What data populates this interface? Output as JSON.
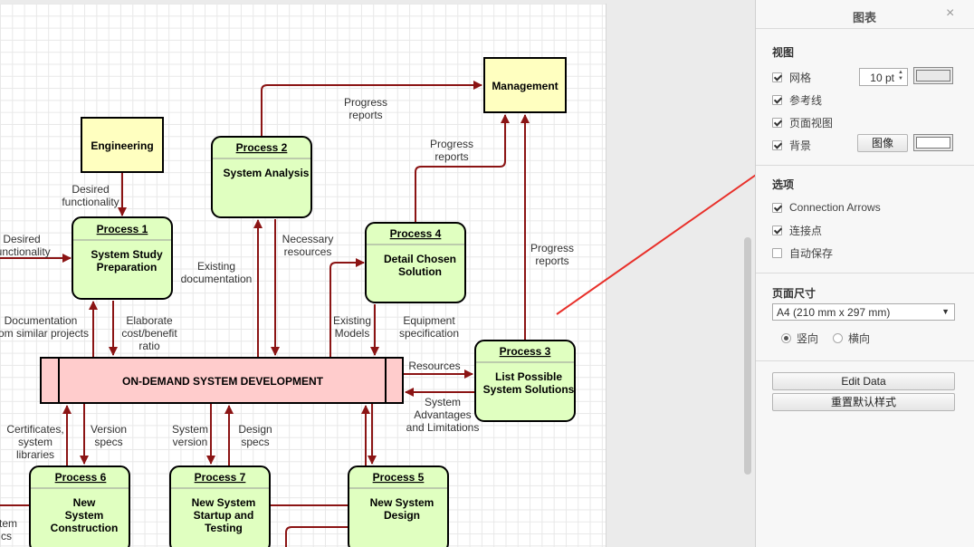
{
  "diagram": {
    "management": "Management",
    "engineering": "Engineering",
    "system_dev": "ON-DEMAND SYSTEM DEVELOPMENT",
    "processes": {
      "p1": {
        "name": "Process 1",
        "l1": "System Study",
        "l2": "Preparation"
      },
      "p2": {
        "name": "Process 2",
        "l1": "System Analysis"
      },
      "p3": {
        "name": "Process 3",
        "l1": "List Possible",
        "l2": "System Solutions"
      },
      "p4": {
        "name": "Process 4",
        "l1": "Detail Chosen",
        "l2": "Solution"
      },
      "p5": {
        "name": "Process 5",
        "l1": "New System",
        "l2": "Design"
      },
      "p6": {
        "name": "Process 6",
        "l1": "New",
        "l2": "System",
        "l3": "Construction"
      },
      "p7": {
        "name": "Process 7",
        "l1": "New System",
        "l2": "Startup and",
        "l3": "Testing"
      }
    },
    "flows": {
      "progress_reports_a1": "Progress",
      "progress_reports_a2": "reports",
      "progress_reports_b1": "Progress",
      "progress_reports_b2": "reports",
      "progress_reports_c1": "Progress",
      "progress_reports_c2": "reports",
      "desired_func_a1": "Desired",
      "desired_func_a2": "functionality",
      "desired_func_b1": "Desired",
      "desired_func_b2": "functionality",
      "existing_doc1": "Existing",
      "existing_doc2": "documentation",
      "necessary_res1": "Necessary",
      "necessary_res2": "resources",
      "existing_models1": "Existing",
      "existing_models2": "Models",
      "equip_spec1": "Equipment",
      "equip_spec2": "specification",
      "documentation1": "Documentation",
      "documentation2": "om similar projects",
      "elaborate1": "Elaborate",
      "elaborate2": "cost/benefit",
      "elaborate3": "ratio",
      "resources": "Resources",
      "sys_adv1": "System",
      "sys_adv2": "Advantages",
      "sys_adv3": "and Limitations",
      "certificates1": "Certificates,",
      "certificates2": "system",
      "certificates3": "libraries",
      "version_specs1": "Version",
      "version_specs2": "specs",
      "system_version1": "System",
      "system_version2": "version",
      "design_specs1": "Design",
      "design_specs2": "specs",
      "item_cut1": "tem",
      "item_cut2": "cs"
    }
  },
  "panel": {
    "title": "图表",
    "close": "×",
    "view_title": "视图",
    "grid_label": "网格",
    "grid_size": "10 pt",
    "guides_label": "参考线",
    "page_view_label": "页面视图",
    "background_label": "背景",
    "image_button": "图像",
    "options_title": "选项",
    "connection_arrows_label": "Connection Arrows",
    "connection_points_label": "连接点",
    "autosave_label": "自动保存",
    "page_size_title": "页面尺寸",
    "page_size_value": "A4 (210 mm x 297 mm)",
    "portrait_label": "竖向",
    "landscape_label": "横向",
    "edit_data_button": "Edit Data",
    "reset_style_button": "重置默认样式"
  },
  "colors": {
    "arrow": "#8b1414",
    "process_fill": "#e0ffc0",
    "entity_fill": "#ffffc0",
    "system_fill": "#ffcccc",
    "annotation": "#e8302a"
  }
}
